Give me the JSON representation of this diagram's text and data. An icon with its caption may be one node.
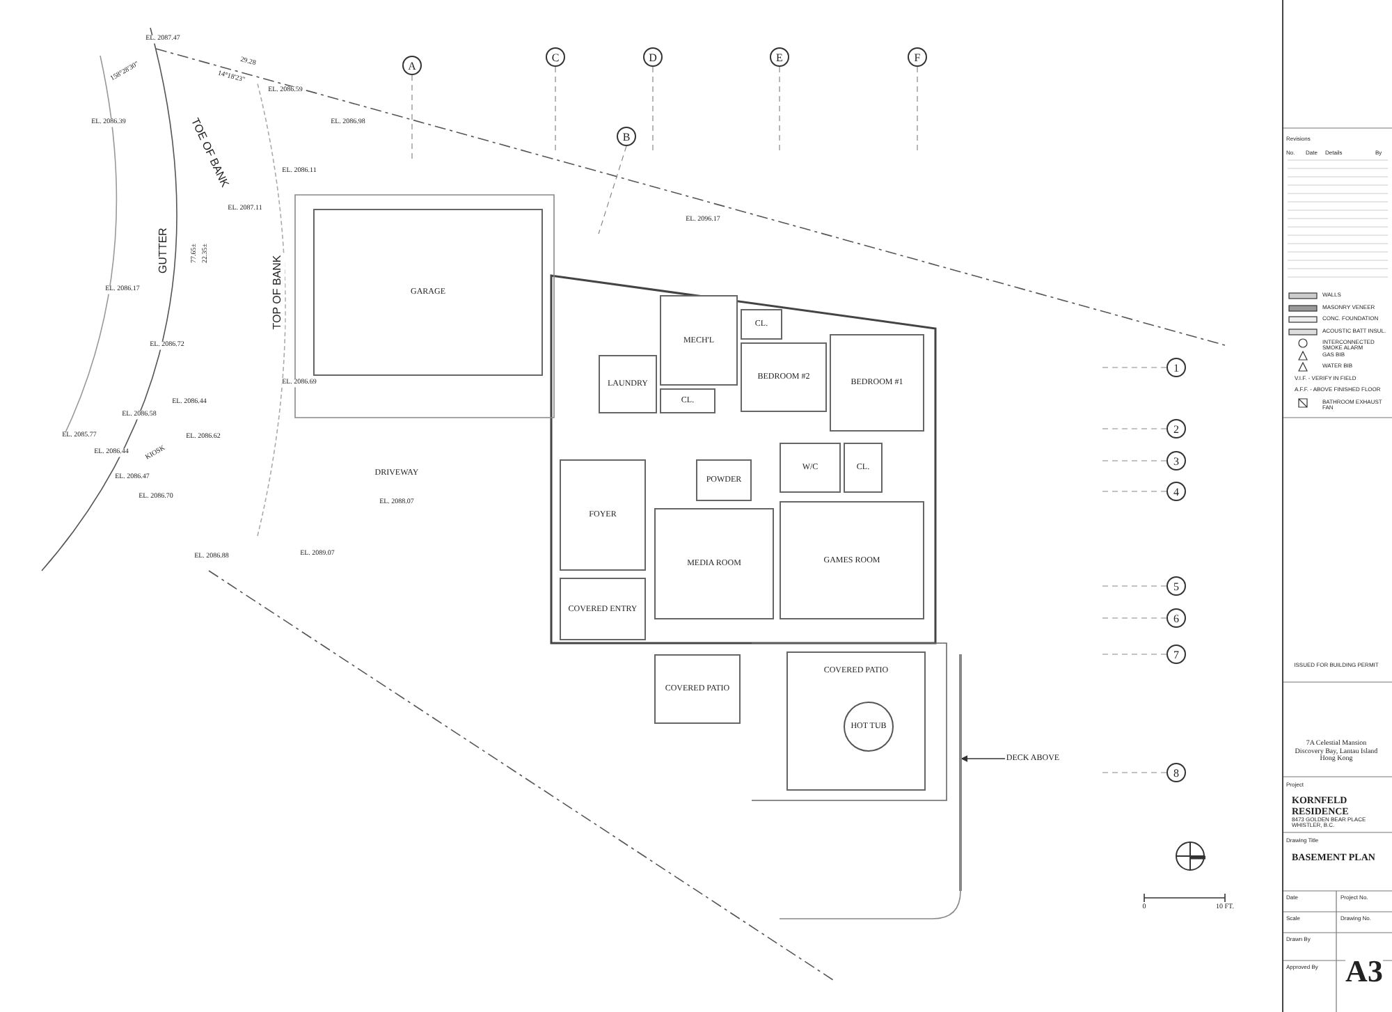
{
  "diagram": {
    "nodes": [
      {
        "text": [
          "GARAGE"
        ]
      },
      {
        "text": [
          "MECH'L"
        ]
      },
      {
        "text": [
          "LAUNDRY"
        ]
      },
      {
        "text": [
          "CL."
        ]
      },
      {
        "text": [
          "BEDROOM #2"
        ]
      },
      {
        "text": [
          "BEDROOM #1"
        ]
      },
      {
        "text": [
          "CL."
        ]
      },
      {
        "text": [
          "W/C"
        ]
      },
      {
        "text": [
          "POWDER"
        ]
      },
      {
        "text": [
          "CL."
        ]
      },
      {
        "text": [
          "FOYER"
        ]
      },
      {
        "text": [
          "GAMES ROOM"
        ]
      },
      {
        "text": [
          "MEDIA ROOM"
        ]
      },
      {
        "text": [
          "COVERED ENTRY"
        ]
      },
      {
        "text": [
          "COVERED PATIO"
        ]
      },
      {
        "text": [
          "COVERED PATIO"
        ]
      },
      {
        "text": [
          "HOT TUB"
        ],
        "in": 14
      },
      {
        "text": [
          "DRIVEWAY"
        ]
      },
      {
        "text": [
          "DECK ABOVE"
        ]
      },
      {
        "text": [
          "A"
        ]
      },
      {
        "text": [
          "B"
        ]
      },
      {
        "text": [
          "C"
        ]
      },
      {
        "text": [
          "D"
        ]
      },
      {
        "text": [
          "E"
        ]
      },
      {
        "text": [
          "F"
        ]
      },
      {
        "text": [
          "1"
        ]
      },
      {
        "text": [
          "2"
        ]
      },
      {
        "text": [
          "3"
        ]
      },
      {
        "text": [
          "4"
        ]
      },
      {
        "text": [
          "5"
        ]
      },
      {
        "text": [
          "6"
        ]
      },
      {
        "text": [
          "7"
        ]
      },
      {
        "text": [
          "8"
        ]
      },
      {
        "text": [],
        "shape": "bar"
      }
    ],
    "edges": [
      {
        "from": 18,
        "to": 33,
        "arrow": "to"
      }
    ],
    "labels": [
      "158°28'30\"",
      "EL. 2087.47",
      "29.28",
      "14°18'23\"",
      "EL. 2086.59",
      "EL. 2086.39",
      "EL. 2086.98",
      "TOE OF BANK",
      "EL. 2086.11",
      "EL. 2087.11",
      "GUTTER",
      "77.65±",
      "22.35±",
      "TOP OF BANK",
      "EL. 2086.17",
      "EL. 2086.72",
      "EL. 2086.69",
      "EL. 2086.44",
      "EL. 2086.58",
      "EL. 2085.77",
      "EL. 2086.62",
      "KIOSK",
      "EL. 2086.44",
      "EL. 2086.47",
      "EL. 2086.70",
      "EL. 2088.07",
      "EL. 2086.88",
      "EL. 2089.07",
      "EL. 2096.17",
      "0",
      "10 FT.",
      "Revisions",
      "No.",
      "Date",
      "Details",
      "By",
      "ISSUED FOR BUILDING PERMIT",
      "7A Celestial Mansion Discovery Bay, Lantau Island Hong Kong",
      "Project",
      "KORNFELD RESIDENCE",
      "8473 GOLDEN BEAR PLACE WHISTLER, B.C.",
      "Drawing Title",
      "BASEMENT PLAN",
      "Date",
      "Project No.",
      "Scale",
      "Drawing No.",
      "Drawn By",
      "Approved By",
      "A3"
    ],
    "legend": [
      {
        "text": "WALLS"
      },
      {
        "text": "MASONRY VENEER"
      },
      {
        "text": "CONC. FOUNDATION"
      },
      {
        "text": "ACOUSTIC BATT INSUL."
      },
      {
        "text": "INTERCONNECTED SMOKE ALARM"
      },
      {
        "text": "GAS BIB"
      },
      {
        "text": "WATER BIB"
      },
      {
        "text": "V.I.F. - VERIFY IN FIELD"
      },
      {
        "text": "A.F.F. - ABOVE FINISHED FLOOR"
      },
      {
        "text": "BATHROOM EXHAUST FAN"
      }
    ]
  }
}
